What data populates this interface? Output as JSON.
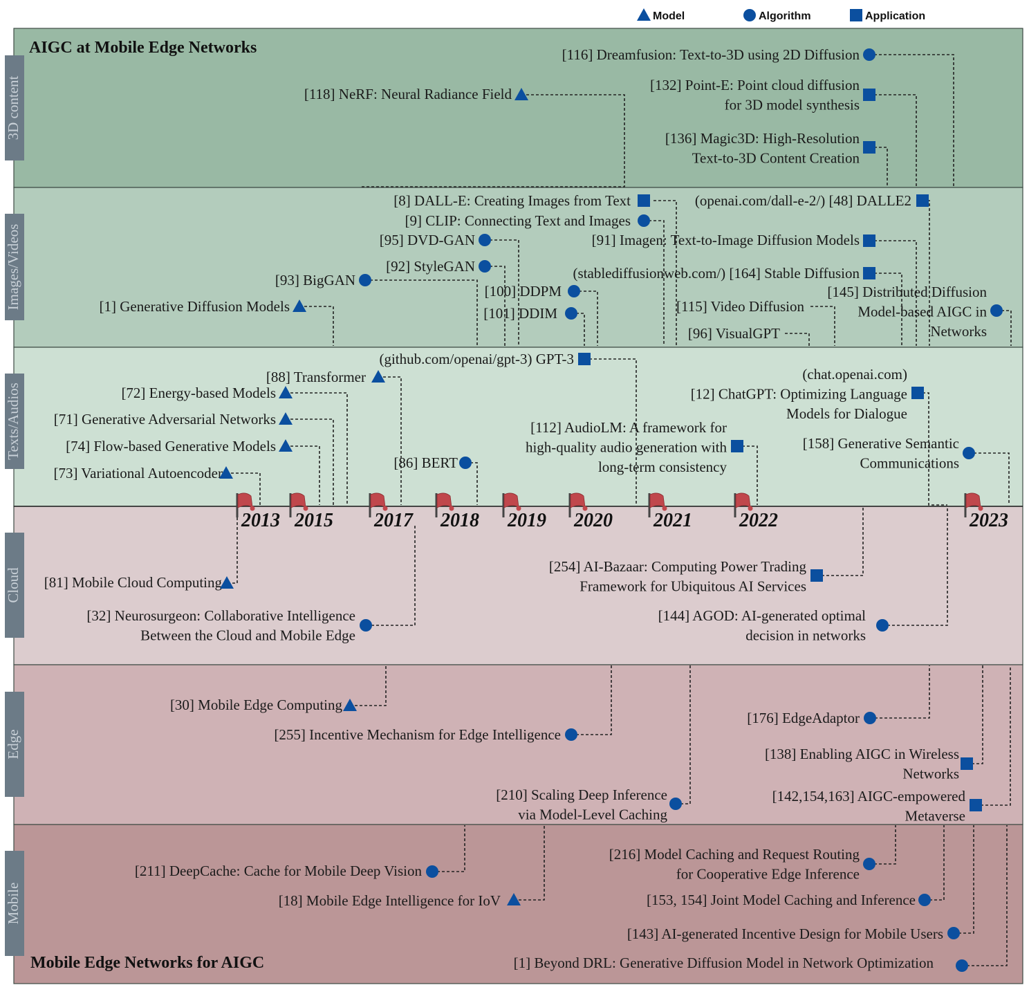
{
  "legend": [
    {
      "shape": "triangle",
      "label": "Model"
    },
    {
      "shape": "circle",
      "label": "Algorithm"
    },
    {
      "shape": "square",
      "label": "Application"
    }
  ],
  "titles": {
    "top": "AIGC at Mobile Edge Networks",
    "bottom": "Mobile Edge Networks for AIGC"
  },
  "colors": {
    "band_3d": "#99b9a4",
    "band_images": "#b3ccbc",
    "band_texts": "#cde0d3",
    "band_cloud": "#dcccce",
    "band_edge": "#cfb2b5",
    "band_mobile": "#bb9697",
    "band_tab": "#6c7b87",
    "marker": "#0b4f9f",
    "flag": "#c0474c"
  },
  "bands": [
    {
      "id": "3d",
      "label": "3D content"
    },
    {
      "id": "images",
      "label": "Images/Videos"
    },
    {
      "id": "texts",
      "label": "Texts/Audios"
    },
    {
      "id": "cloud",
      "label": "Cloud"
    },
    {
      "id": "edge",
      "label": "Edge"
    },
    {
      "id": "mobile",
      "label": "Mobile"
    }
  ],
  "years": [
    "2013",
    "2015",
    "2017",
    "2018",
    "2019",
    "2020",
    "2021",
    "2022",
    "2023"
  ],
  "items": [
    {
      "lines": [
        "[116] Dreamfusion: Text-to-3D using 2D Diffusion"
      ],
      "marker": "circle"
    },
    {
      "lines": [
        "[118] NeRF: Neural Radiance Field"
      ],
      "marker": "triangle"
    },
    {
      "lines": [
        "[132] Point-E: Point cloud diffusion",
        "for 3D model synthesis"
      ],
      "marker": "square"
    },
    {
      "lines": [
        "[136] Magic3D: High-Resolution",
        "Text-to-3D Content Creation"
      ],
      "marker": "square"
    },
    {
      "lines": [
        "[8] DALL-E: Creating Images from Text"
      ],
      "marker": "square"
    },
    {
      "lines": [
        "(openai.com/dall-e-2/) [48] DALLE2"
      ],
      "marker": "square"
    },
    {
      "lines": [
        "[9] CLIP: Connecting Text and Images"
      ],
      "marker": "circle"
    },
    {
      "lines": [
        "[95] DVD-GAN"
      ],
      "marker": "circle"
    },
    {
      "lines": [
        "[91] Imagen: Text-to-Image Diffusion Models"
      ],
      "marker": "square"
    },
    {
      "lines": [
        "[92] StyleGAN"
      ],
      "marker": "circle"
    },
    {
      "lines": [
        "[93] BigGAN"
      ],
      "marker": "circle"
    },
    {
      "lines": [
        "(stablediffusionweb.com/) [164] Stable Diffusion"
      ],
      "marker": "square"
    },
    {
      "lines": [
        "[100] DDPM"
      ],
      "marker": "circle"
    },
    {
      "lines": [
        "[145] Distributed Diffusion",
        "Model-based AIGC in",
        "Networks"
      ],
      "marker": "circle"
    },
    {
      "lines": [
        "[1] Generative Diffusion Models"
      ],
      "marker": "triangle"
    },
    {
      "lines": [
        "[115] Video Diffusion"
      ],
      "marker": "none"
    },
    {
      "lines": [
        "[101] DDIM"
      ],
      "marker": "circle"
    },
    {
      "lines": [
        "[96] VisualGPT"
      ],
      "marker": "none"
    },
    {
      "lines": [
        "(github.com/openai/gpt-3) GPT-3"
      ],
      "marker": "square"
    },
    {
      "lines": [
        "[88] Transformer"
      ],
      "marker": "triangle"
    },
    {
      "lines": [
        "(chat.openai.com)",
        "[12] ChatGPT: Optimizing Language",
        "Models for Dialogue"
      ],
      "marker": "square"
    },
    {
      "lines": [
        "[72] Energy-based Models"
      ],
      "marker": "triangle"
    },
    {
      "lines": [
        "[71] Generative Adversarial Networks"
      ],
      "marker": "triangle"
    },
    {
      "lines": [
        "[112] AudioLM: A framework for",
        "high-quality audio generation with",
        "long-term consistency"
      ],
      "marker": "square"
    },
    {
      "lines": [
        "[158] Generative Semantic",
        "Communications"
      ],
      "marker": "circle"
    },
    {
      "lines": [
        "[74] Flow-based Generative Models"
      ],
      "marker": "triangle"
    },
    {
      "lines": [
        "[86] BERT"
      ],
      "marker": "circle"
    },
    {
      "lines": [
        "[73] Variational Autoencoder"
      ],
      "marker": "triangle"
    },
    {
      "lines": [
        "[254] AI-Bazaar: Computing Power Trading",
        "Framework for Ubiquitous AI Services"
      ],
      "marker": "square"
    },
    {
      "lines": [
        "[81] Mobile Cloud Computing"
      ],
      "marker": "triangle"
    },
    {
      "lines": [
        "[32] Neurosurgeon: Collaborative Intelligence",
        "Between the Cloud and Mobile Edge"
      ],
      "marker": "circle"
    },
    {
      "lines": [
        "[144] AGOD: AI-generated optimal",
        "decision in networks"
      ],
      "marker": "circle"
    },
    {
      "lines": [
        "[30] Mobile Edge Computing"
      ],
      "marker": "triangle"
    },
    {
      "lines": [
        "[176]  EdgeAdaptor"
      ],
      "marker": "circle"
    },
    {
      "lines": [
        "[255] Incentive Mechanism for Edge Intelligence"
      ],
      "marker": "circle"
    },
    {
      "lines": [
        "[138] Enabling AIGC in Wireless",
        "Networks"
      ],
      "marker": "square"
    },
    {
      "lines": [
        "[210] Scaling Deep Inference",
        "via Model-Level Caching"
      ],
      "marker": "circle"
    },
    {
      "lines": [
        "[142,154,163] AIGC-empowered",
        "Metaverse"
      ],
      "marker": "square"
    },
    {
      "lines": [
        "[216] Model Caching and Request Routing",
        "for Cooperative Edge Inference"
      ],
      "marker": "circle"
    },
    {
      "lines": [
        "[211] DeepCache: Cache for Mobile Deep Vision"
      ],
      "marker": "circle"
    },
    {
      "lines": [
        "[18] Mobile Edge Intelligence for IoV"
      ],
      "marker": "triangle"
    },
    {
      "lines": [
        "[153, 154] Joint Model Caching and Inference"
      ],
      "marker": "circle"
    },
    {
      "lines": [
        "[143] AI-generated Incentive Design for Mobile Users"
      ],
      "marker": "circle"
    },
    {
      "lines": [
        "[1] Beyond DRL: Generative Diffusion  Model in Network Optimization"
      ],
      "marker": "circle"
    }
  ]
}
